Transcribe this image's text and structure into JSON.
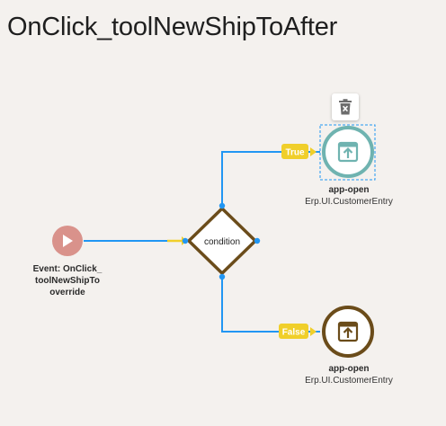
{
  "page": {
    "title": "OnClick_toolNewShipToAfter"
  },
  "nodes": {
    "event": {
      "icon": "play-icon",
      "label": "Event: OnClick_toolNewShipTo override"
    },
    "condition": {
      "label": "condition"
    },
    "app_open_true": {
      "icon": "app-open-icon",
      "label_bold": "app-open",
      "label_text": "Erp.UI.CustomerEntry",
      "selected": true
    },
    "app_open_false": {
      "icon": "app-open-icon",
      "label_bold": "app-open",
      "label_text": "Erp.UI.CustomerEntry",
      "selected": false
    }
  },
  "edges": {
    "true_label": "True",
    "false_label": "False"
  },
  "toolbar": {
    "delete_icon": "delete-icon"
  },
  "colors": {
    "background": "#f4f1ee",
    "connector": "#2196f3",
    "event_fill": "#d9928b",
    "condition_border": "#6b4c1a",
    "app_open_selected": "#6fb3b0",
    "app_open_default": "#6b4c1a",
    "edge_label_bg": "#f0cf2a"
  }
}
